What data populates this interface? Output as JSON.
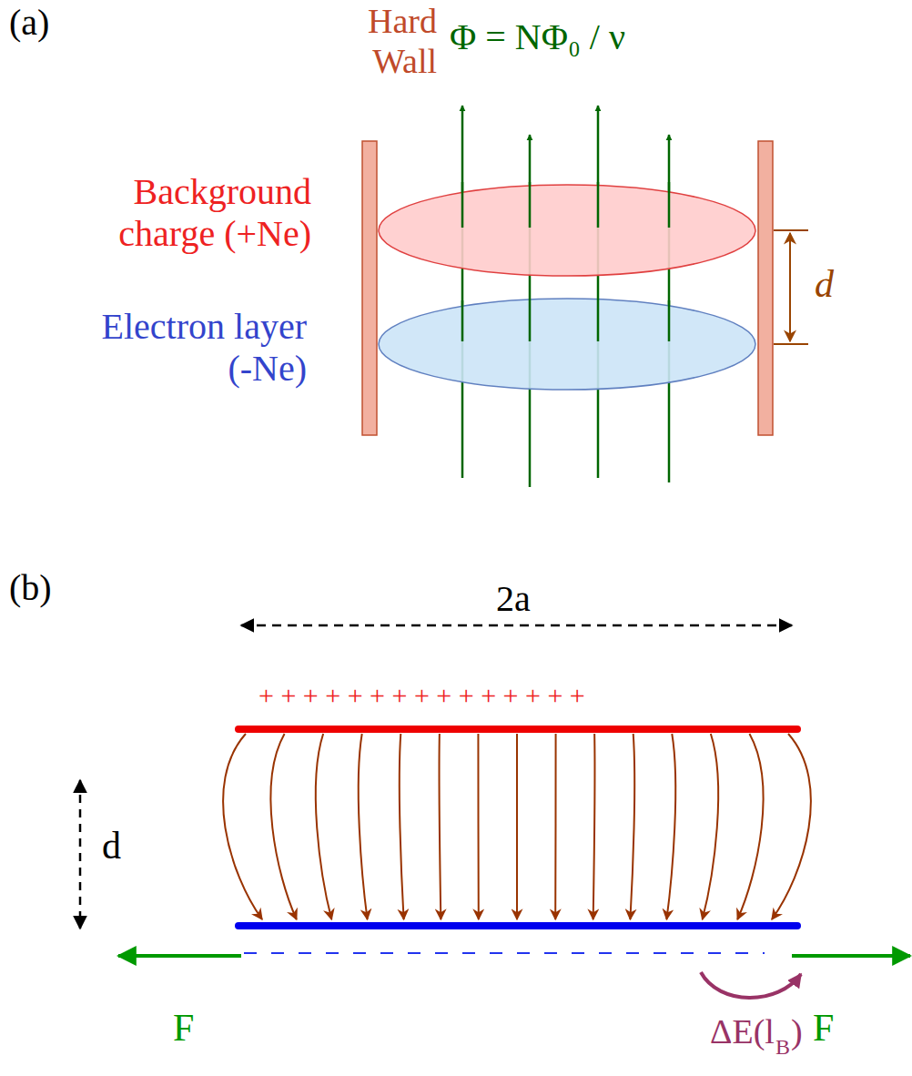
{
  "diagram": {
    "labels": [
      "(a)",
      "Hard Wall",
      "Φ = NΦ₀ / ν",
      "Background charge (+Ne)",
      "Electron layer (-Ne)",
      "d",
      "(b)",
      "2a",
      "+ + + + + + + + + + + + + + +",
      "d",
      "F",
      "F",
      "ΔE(l",
      "B",
      ")"
    ]
  }
}
